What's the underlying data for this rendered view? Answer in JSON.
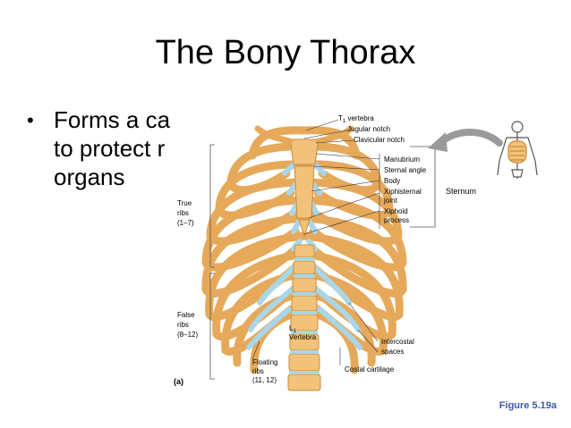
{
  "slide": {
    "title": "The Bony Thorax",
    "bullet_lines": [
      "Forms a ca",
      "to protect r",
      "organs"
    ],
    "caption": "Figure 5.19a"
  },
  "figure": {
    "panel_label": "(a)",
    "labels": {
      "t1_prefix": "T",
      "t1_sub": "1",
      "t1_suffix": " vertebra",
      "jugular_notch": "Jugular notch",
      "clavicular_notch": "Clavicular notch",
      "manubrium": "Manubrium",
      "sternal_angle": "Sternal angle",
      "body": "Body",
      "xiphisternal_1": "Xiphisternal",
      "xiphisternal_2": "joint",
      "xiphoid_1": "Xiphoid",
      "xiphoid_2": "process",
      "sternum": "Sternum",
      "true_ribs_1": "True",
      "true_ribs_2": "ribs",
      "true_ribs_3": "(1–7)",
      "false_ribs_1": "False",
      "false_ribs_2": "ribs",
      "false_ribs_3": "(8–12)",
      "l1_prefix": "L",
      "l1_sub": "1",
      "l1_vertebra": "Vertebra",
      "floating_1": "Floating",
      "floating_2": "ribs",
      "floating_3": "(11, 12)",
      "intercostal_1": "Intercostal",
      "intercostal_2": "spaces",
      "costal_cartilage": "Costal cartilage"
    },
    "colors": {
      "bone": "#f2c27a",
      "bone_edge": "#c98a3a",
      "cartilage": "#a9d6e8",
      "arrow": "#9a9a9a",
      "caption": "#3a5aa8"
    }
  }
}
